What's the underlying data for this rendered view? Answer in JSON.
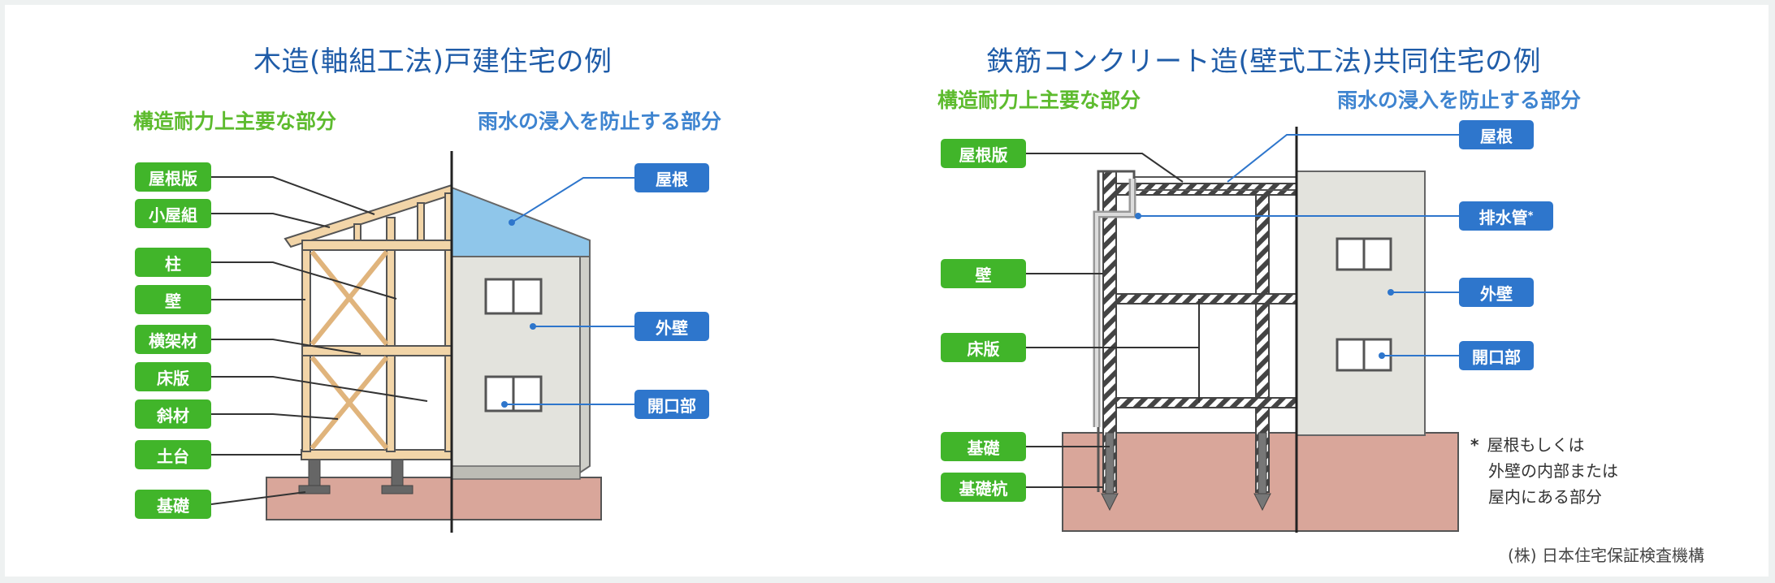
{
  "left": {
    "title": "木造(軸組工法)戸建住宅の例",
    "structural_heading": "構造耐力上主要な部分",
    "rain_heading": "雨水の浸入を防止する部分",
    "structural_labels": [
      "屋根版",
      "小屋組",
      "柱",
      "壁",
      "横架材",
      "床版",
      "斜材",
      "土台",
      "基礎"
    ],
    "rain_labels": [
      "屋根",
      "外壁",
      "開口部"
    ]
  },
  "right": {
    "title": "鉄筋コンクリート造(壁式工法)共同住宅の例",
    "structural_heading": "構造耐力上主要な部分",
    "rain_heading": "雨水の浸入を防止する部分",
    "structural_labels": [
      "屋根版",
      "壁",
      "床版",
      "基礎",
      "基礎杭"
    ],
    "rain_labels": [
      "屋根",
      "排水管",
      "外壁",
      "開口部"
    ],
    "drain_mark": "*",
    "note": {
      "mark": "*",
      "lines": [
        "屋根もしくは",
        "外壁の内部または",
        "屋内にある部分"
      ]
    }
  },
  "credit": "(株) 日本住宅保証検査機構",
  "colors": {
    "structural": "#41b52a",
    "rain": "#2e76cc",
    "title": "#1f5ca8",
    "roof": "#8fc6ea",
    "wall": "#e3e3dd",
    "ground": "#d9a69a",
    "timber": "#f2d5a8"
  }
}
